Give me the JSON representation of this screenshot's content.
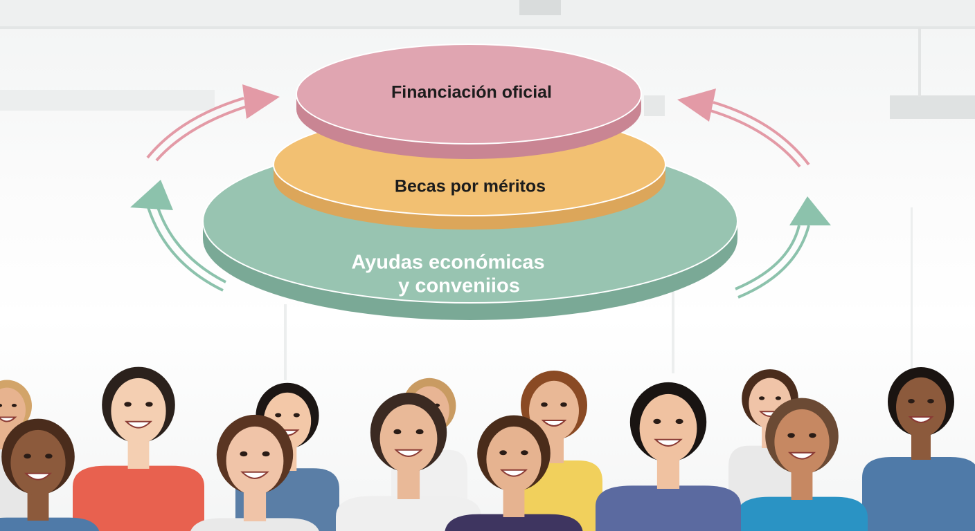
{
  "diagram": {
    "layers": [
      {
        "label": "Financiación oficial",
        "color": "#e0a5b1",
        "side_color": "#c98593"
      },
      {
        "label": "Becas por méritos",
        "color": "#f2c072",
        "side_color": "#dca65a"
      },
      {
        "label": "Ayudas económicas",
        "label_line2": "y conveniios",
        "color": "#98c4b1",
        "side_color": "#7aa996"
      }
    ],
    "arrow_colors": {
      "pink": "#e39aa6",
      "green": "#8cc2ac"
    }
  },
  "photo": {
    "subject": "crowd-of-students",
    "shirt_colors": [
      "#e9e9e9",
      "#4f7aa8",
      "#f0f0f0",
      "#5a7ea6",
      "#f1d05c",
      "#e8614f",
      "#e7e7e7",
      "#2a93c4",
      "#5b6aa0",
      "#efefef",
      "#3e3560"
    ],
    "skin_tones": [
      "#f0c4a8",
      "#8c5a3c",
      "#e8b594",
      "#f3c8a8",
      "#e9b896",
      "#f4cfb2",
      "#e7b38f",
      "#c68862",
      "#f0c2a1",
      "#e9b998",
      "#e6b390"
    ],
    "hair_colors": [
      "#4a2c1c",
      "#1a1411",
      "#c99b62",
      "#1c1614",
      "#8a4a24",
      "#2b211c",
      "#d2a469",
      "#6b4a34",
      "#191412",
      "#3b2a22",
      "#4a2c1a",
      "#5a3522"
    ]
  }
}
